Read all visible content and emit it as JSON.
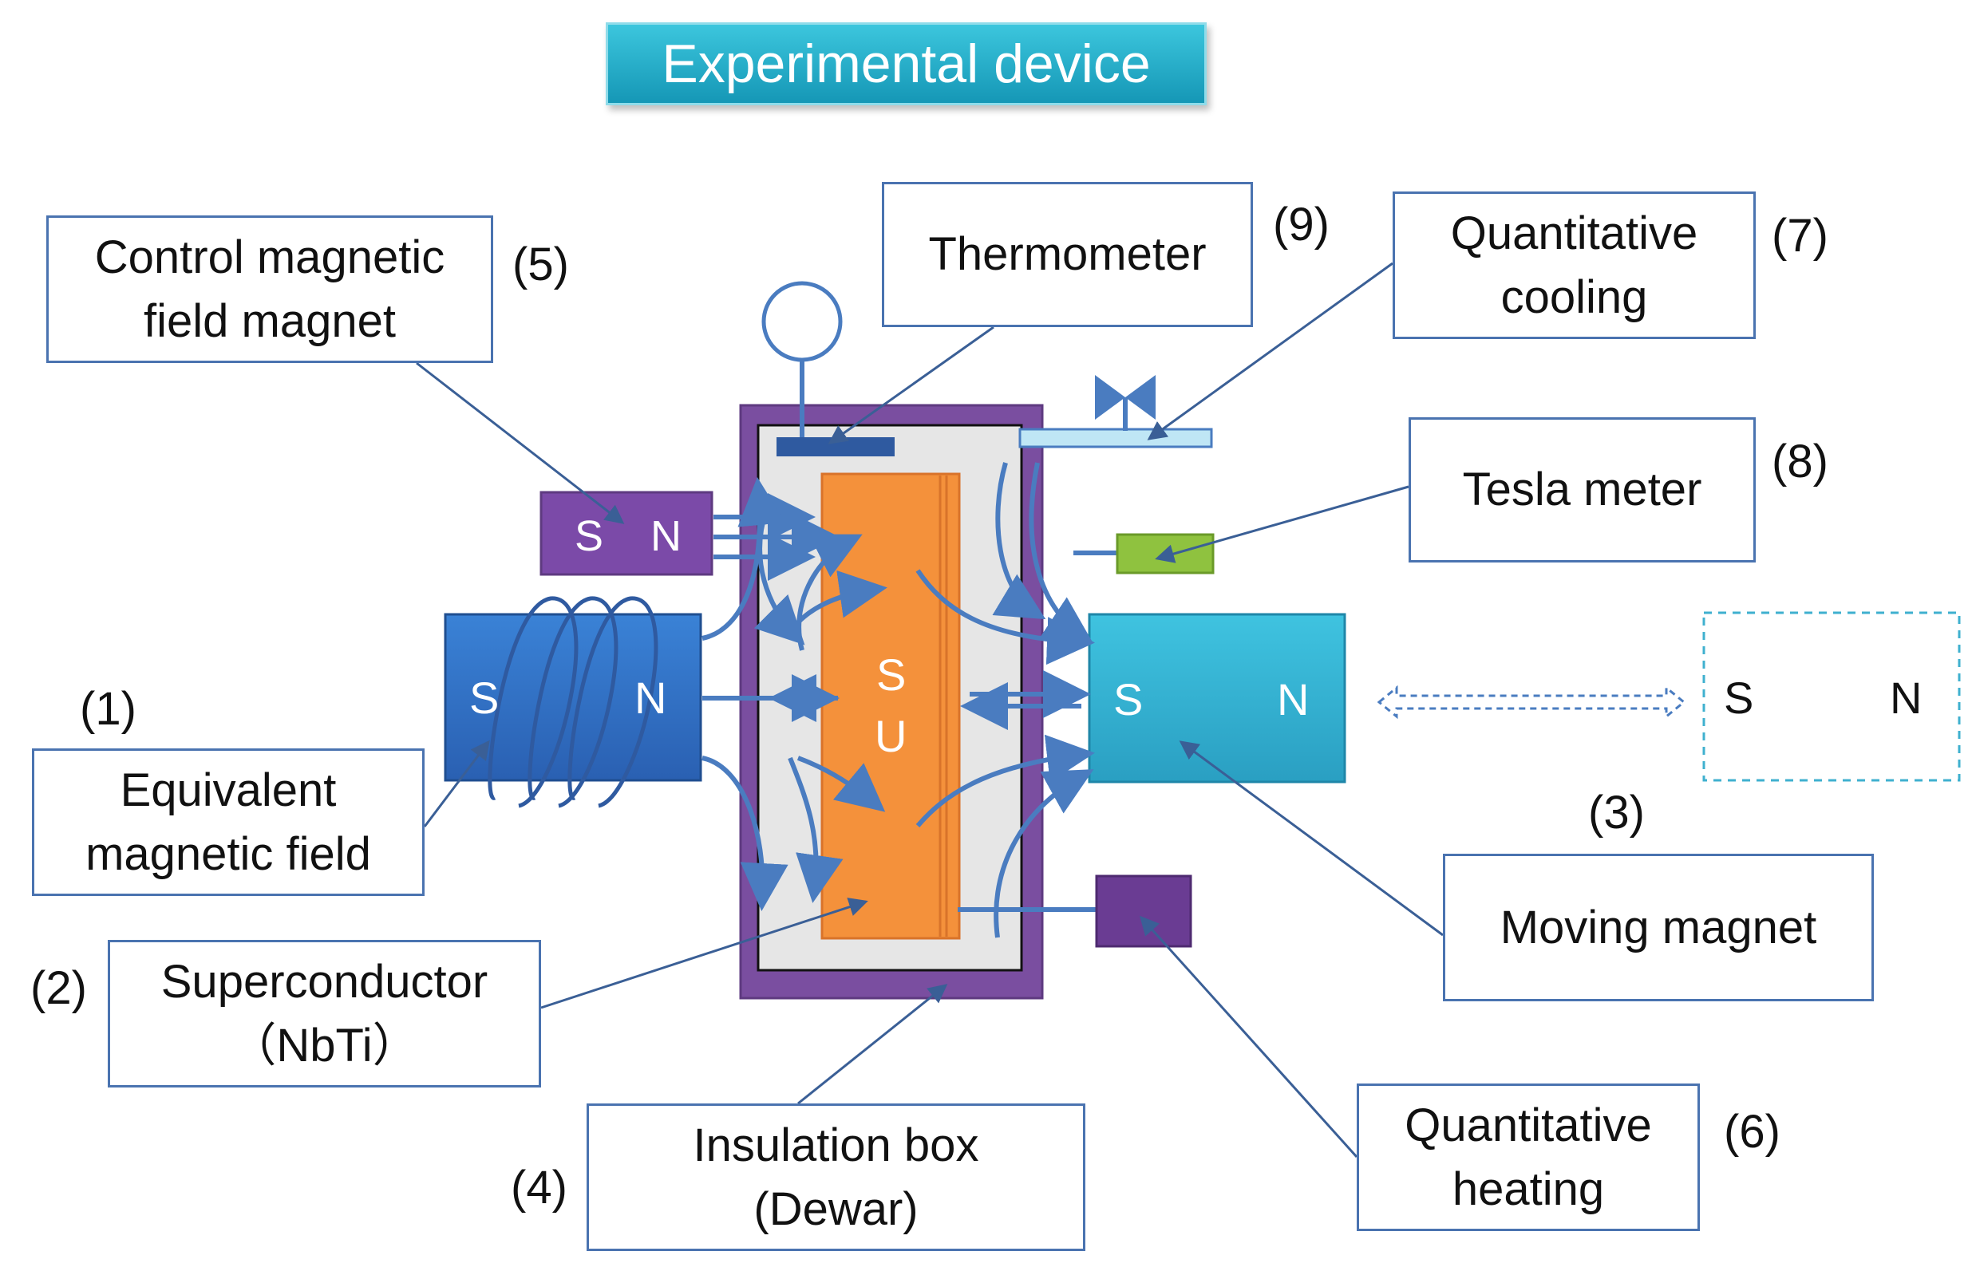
{
  "title": "Experimental device",
  "labels": {
    "control_magnet": [
      "Control magnetic",
      "field magnet"
    ],
    "thermometer": "Thermometer",
    "quantitative_cooling": [
      "Quantitative",
      "cooling"
    ],
    "tesla_meter": "Tesla meter",
    "equivalent_field": [
      "Equivalent",
      "magnetic field"
    ],
    "superconductor": [
      "Superconductor",
      "（NbTi）"
    ],
    "moving_magnet": "Moving magnet",
    "insulation_box": [
      "Insulation box",
      "(Dewar)"
    ],
    "quantitative_heating": [
      "Quantitative",
      "heating"
    ]
  },
  "numbers": {
    "n1": "(1)",
    "n2": "(2)",
    "n3": "(3)",
    "n4": "(4)",
    "n5": "(5)",
    "n6": "(6)",
    "n7": "(7)",
    "n8": "(8)",
    "n9": "(9)"
  },
  "poles": {
    "s": "S",
    "n": "N",
    "u": "U"
  },
  "colors": {
    "title_bg": "#23aecb",
    "left_magnet": "#2f6fc4",
    "moving_magnet": "#2bb3d2",
    "control_magnet": "#7b4aa8",
    "dewar_frame": "#7a4ea0",
    "superconductor": "#f4913b",
    "tesla_probe": "#8fc23f",
    "heater": "#6a3c93",
    "field_lines": "#4a7cc0"
  },
  "icons": [
    "valve-icon",
    "thermometer-icon",
    "coil-icon",
    "double-arrow-icon"
  ]
}
